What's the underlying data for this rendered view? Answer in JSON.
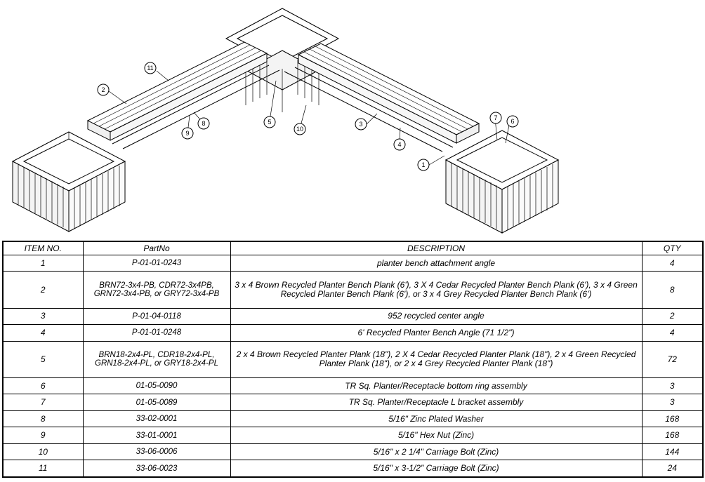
{
  "drawing": {
    "callouts": [
      "1",
      "2",
      "3",
      "4",
      "5",
      "6",
      "7",
      "8",
      "9",
      "10",
      "11"
    ]
  },
  "bom": {
    "headers": {
      "item": "ITEM NO.",
      "part": "PartNo",
      "desc": "DESCRIPTION",
      "qty": "QTY"
    },
    "rows": [
      {
        "item": "1",
        "part": "P-01-01-0243",
        "desc": "planter bench attachment angle",
        "qty": "4"
      },
      {
        "item": "2",
        "part": "BRN72-3x4-PB, CDR72-3x4PB, GRN72-3x4-PB, or GRY72-3x4-PB",
        "desc": "3 x 4 Brown Recycled Planter Bench Plank (6'), 3 X 4 Cedar Recycled Planter Bench Plank (6'), 3 x 4 Green Recycled Planter Bench Plank (6'), or 3 x 4 Grey Recycled Planter Bench Plank (6')",
        "qty": "8"
      },
      {
        "item": "3",
        "part": "P-01-04-0118",
        "desc": "952 recycled center angle",
        "qty": "2"
      },
      {
        "item": "4",
        "part": "P-01-01-0248",
        "desc": "6' Recycled Planter Bench Angle (71 1/2\")",
        "qty": "4"
      },
      {
        "item": "5",
        "part": "BRN18-2x4-PL, CDR18-2x4-PL, GRN18-2x4-PL, or GRY18-2x4-PL",
        "desc": "2 x 4 Brown Recycled Planter Plank (18\"), 2 X 4 Cedar Recycled Planter Plank (18\"), 2 x 4 Green Recycled Planter Plank (18\"), or 2 x 4 Grey Recycled Planter Plank (18\")",
        "qty": "72"
      },
      {
        "item": "6",
        "part": "01-05-0090",
        "desc": "TR Sq. Planter/Receptacle bottom ring assembly",
        "qty": "3"
      },
      {
        "item": "7",
        "part": "01-05-0089",
        "desc": "TR Sq. Planter/Receptacle L bracket assembly",
        "qty": "3"
      },
      {
        "item": "8",
        "part": "33-02-0001",
        "desc": "5/16\" Zinc Plated Washer",
        "qty": "168"
      },
      {
        "item": "9",
        "part": "33-01-0001",
        "desc": "5/16\" Hex Nut (Zinc)",
        "qty": "168"
      },
      {
        "item": "10",
        "part": "33-06-0006",
        "desc": "5/16\" x 2 1/4\" Carriage Bolt (Zinc)",
        "qty": "144"
      },
      {
        "item": "11",
        "part": "33-06-0023",
        "desc": "5/16\" x 3-1/2\" Carriage Bolt (Zinc)",
        "qty": "24"
      }
    ]
  }
}
